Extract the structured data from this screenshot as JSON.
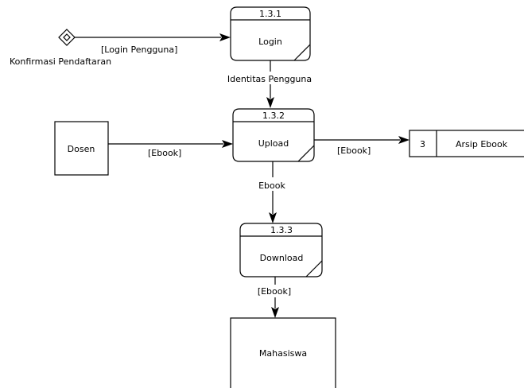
{
  "processes": [
    {
      "id": "p-1-3-1",
      "number": "1.3.1",
      "label": "Login"
    },
    {
      "id": "p-1-3-2",
      "number": "1.3.2",
      "label": "Upload"
    },
    {
      "id": "p-1-3-3",
      "number": "1.3.3",
      "label": "Download"
    }
  ],
  "entities": {
    "dosen": "Dosen",
    "mahasiswa": "Mahasiswa"
  },
  "datastore": {
    "number": "3",
    "label": "Arsip Ebook"
  },
  "external_input": {
    "label": "Konfirmasi Pendaftaran"
  },
  "flows": {
    "login_pengguna": "[Login Pengguna]",
    "identitas_pengguna": "Identitas Pengguna",
    "dosen_ebook": "[Ebook]",
    "upload_ebook": "[Ebook]",
    "ebook": "Ebook",
    "download_ebook": "[Ebook]"
  }
}
